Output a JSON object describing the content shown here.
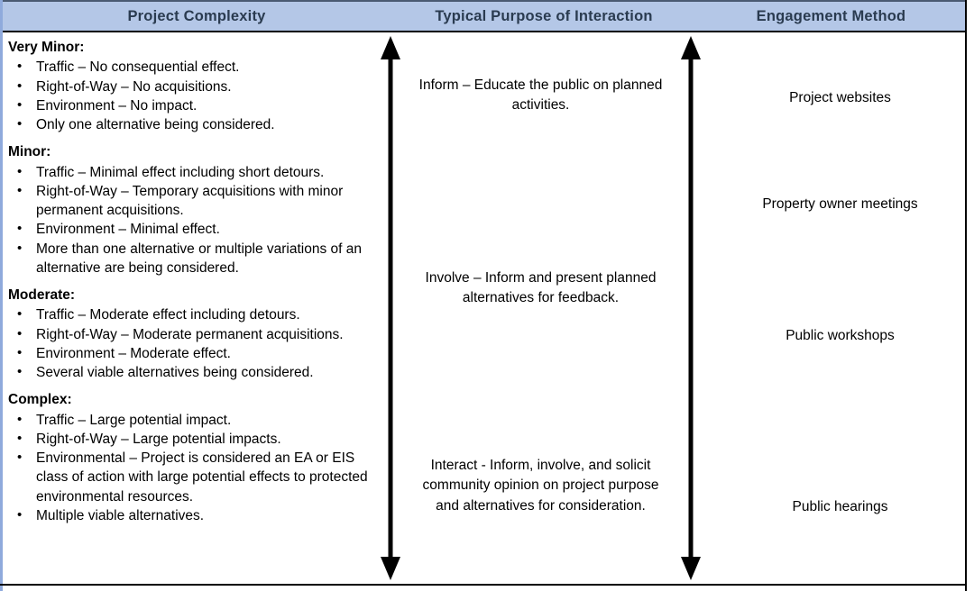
{
  "table": {
    "headers": [
      {
        "label": "Project  Complexity"
      },
      {
        "label": "Typical  Purpose  of Interaction"
      },
      {
        "label": "Engagement  Method"
      }
    ],
    "header_background": "#b4c7e7",
    "header_text_color": "#2a3b50",
    "border_color": "#000000",
    "accent_border_color": "#8faadc"
  },
  "complexity_groups": [
    {
      "title": "Very Minor:",
      "bullets": [
        "Traffic – No consequential effect.",
        "Right-of-Way – No acquisitions.",
        "Environment – No impact.",
        "Only one alternative being considered."
      ]
    },
    {
      "title": "Minor:",
      "bullets": [
        "Traffic – Minimal effect including short detours.",
        "Right-of-Way – Temporary acquisitions with minor permanent acquisitions.",
        "Environment – Minimal effect.",
        "More than one alternative or multiple variations of an alternative are being considered."
      ]
    },
    {
      "title": "Moderate:",
      "bullets": [
        "Traffic – Moderate effect including detours.",
        "Right-of-Way – Moderate permanent acquisitions.",
        "Environment – Moderate effect.",
        "Several viable alternatives being considered."
      ]
    },
    {
      "title": "Complex:",
      "bullets": [
        "Traffic – Large potential impact.",
        "Right-of-Way – Large potential impacts.",
        "Environmental – Project is considered an EA or EIS class of action with large potential effects to protected environmental resources.",
        "Multiple viable alternatives."
      ]
    }
  ],
  "bullet_glyph": "•",
  "purposes": [
    "Inform – Educate the public on planned activities.",
    "Involve – Inform and present planned alternatives for feedback.",
    "Interact - Inform, involve, and solicit community opinion on project purpose and alternatives for consideration."
  ],
  "methods": [
    "Project websites",
    "Property owner meetings",
    "Public workshops",
    "Public hearings"
  ],
  "arrows": {
    "count": 2,
    "style": "double-headed vertical arrow",
    "color": "#000000"
  }
}
